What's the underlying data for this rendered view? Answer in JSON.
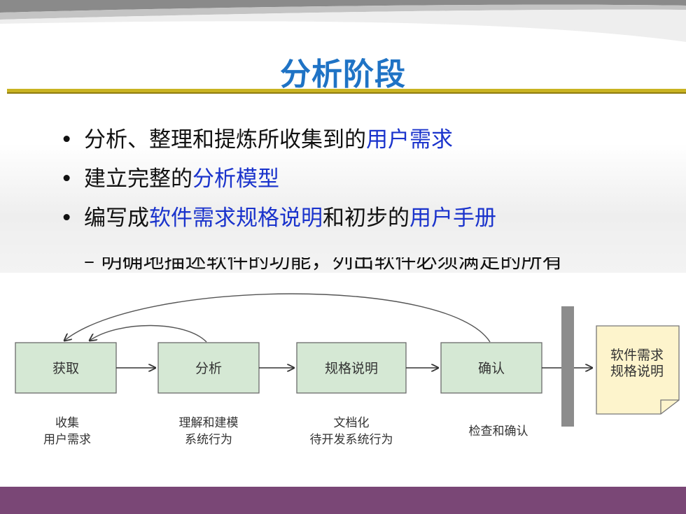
{
  "title": "分析阶段",
  "bullets": [
    {
      "parts": [
        "分析、整理和提炼所收集到的",
        "用户需求"
      ]
    },
    {
      "parts": [
        "建立完整的",
        "分析模型"
      ]
    },
    {
      "parts": [
        "编写成",
        "软件需求规格说明",
        "和初步的",
        "用户手册"
      ]
    }
  ],
  "sub_bullet": "– 明确地描述软件的功能，列出软件必须满足的所有",
  "diagram": {
    "nodes": [
      "获取",
      "分析",
      "规格说明",
      "确认"
    ],
    "document": [
      "软件需求",
      "规格说明"
    ],
    "captions": [
      [
        "收集",
        "用户需求"
      ],
      [
        "理解和建模",
        "系统行为"
      ],
      [
        "文档化",
        "待开发系统行为"
      ],
      [
        "检查和确认"
      ]
    ]
  },
  "colors": {
    "title": "#1f73c5",
    "highlight": "#1a33cc",
    "node_fill": "#d5e8d4",
    "document_fill": "#fdf4cc",
    "footer": "#7a4776",
    "rule": "#c9b322"
  }
}
